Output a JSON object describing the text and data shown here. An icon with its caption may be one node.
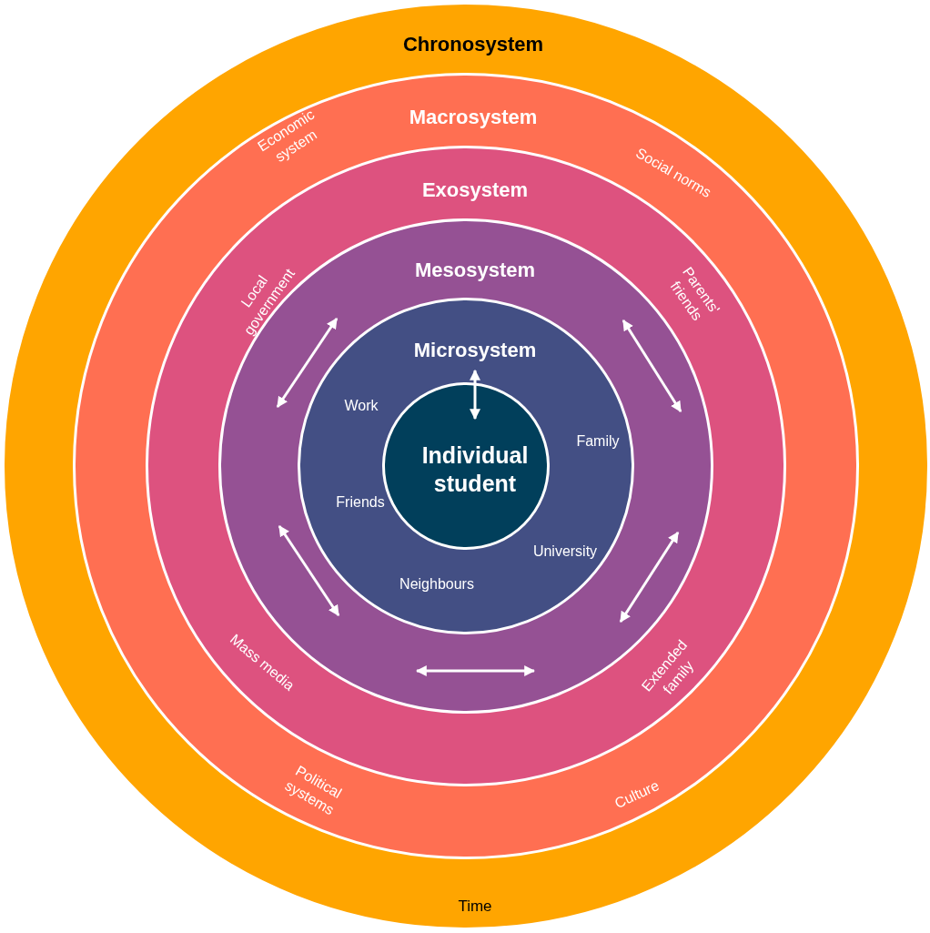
{
  "diagram": {
    "nodes": [
      {
        "text": [
          "Chronosystem",
          "Time"
        ]
      },
      {
        "text": [
          "Macrosystem"
        ],
        "in": 0
      },
      {
        "text": [
          "Exosystem"
        ],
        "in": 1
      },
      {
        "text": [
          "Mesosystem"
        ],
        "in": 2
      },
      {
        "text": [
          "Microsystem",
          "Work",
          "Family",
          "Friends",
          "University",
          "Neighbours"
        ],
        "in": 3
      },
      {
        "text": [
          "Individual student"
        ],
        "in": 4
      }
    ],
    "labels": [
      "Economic system",
      "Social norms",
      "Local government",
      "Parents' friends",
      "Mass media",
      "Extended family",
      "Political systems",
      "Culture"
    ]
  }
}
